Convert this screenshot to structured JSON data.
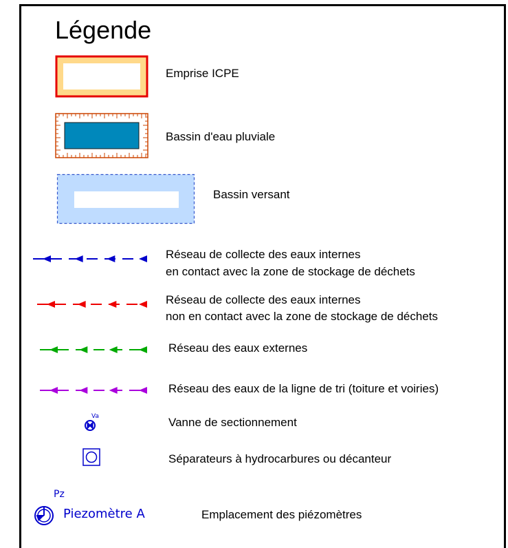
{
  "legend": {
    "title": "Légende",
    "items": [
      {
        "label": "Emprise ICPE",
        "icon": "icpe-boundary-symbol"
      },
      {
        "label": "Bassin d'eau pluviale",
        "icon": "rainwater-basin-symbol"
      },
      {
        "label": "Bassin versant",
        "icon": "catchment-area-symbol"
      },
      {
        "label_lines": [
          "Réseau de collecte des eaux internes",
          "en contact avec la zone de stockage de déchets"
        ],
        "color": "#0000cc",
        "icon": "dashed-arrow-line"
      },
      {
        "label_lines": [
          "Réseau de collecte des eaux internes",
          "non en contact avec la zone de stockage de déchets"
        ],
        "color": "#ee0000",
        "icon": "dashed-arrow-line"
      },
      {
        "label": "Réseau des eaux externes",
        "color": "#00aa00",
        "icon": "dashed-arrow-line"
      },
      {
        "label": "Réseau des eaux de la ligne de tri (toiture et voiries)",
        "color": "#aa00dd",
        "icon": "dashed-arrow-line"
      },
      {
        "label": "Vanne de sectionnement",
        "symbol_text": "Va",
        "icon": "valve-icon"
      },
      {
        "label": "Séparateurs à hydrocarbures ou décanteur",
        "icon": "separator-icon"
      },
      {
        "label": "Emplacement des piézomètres",
        "symbol_tag": "Pz",
        "symbol_name": "Piezomètre A",
        "icon": "piezometer-icon"
      }
    ]
  },
  "colors": {
    "icpe_border": "#e60000",
    "icpe_fill": "#ffd98a",
    "basin_fill": "#0088bb",
    "basin_hatch": "#cc4400",
    "catchment_fill": "#bfdcff",
    "catchment_border": "#3355cc"
  }
}
